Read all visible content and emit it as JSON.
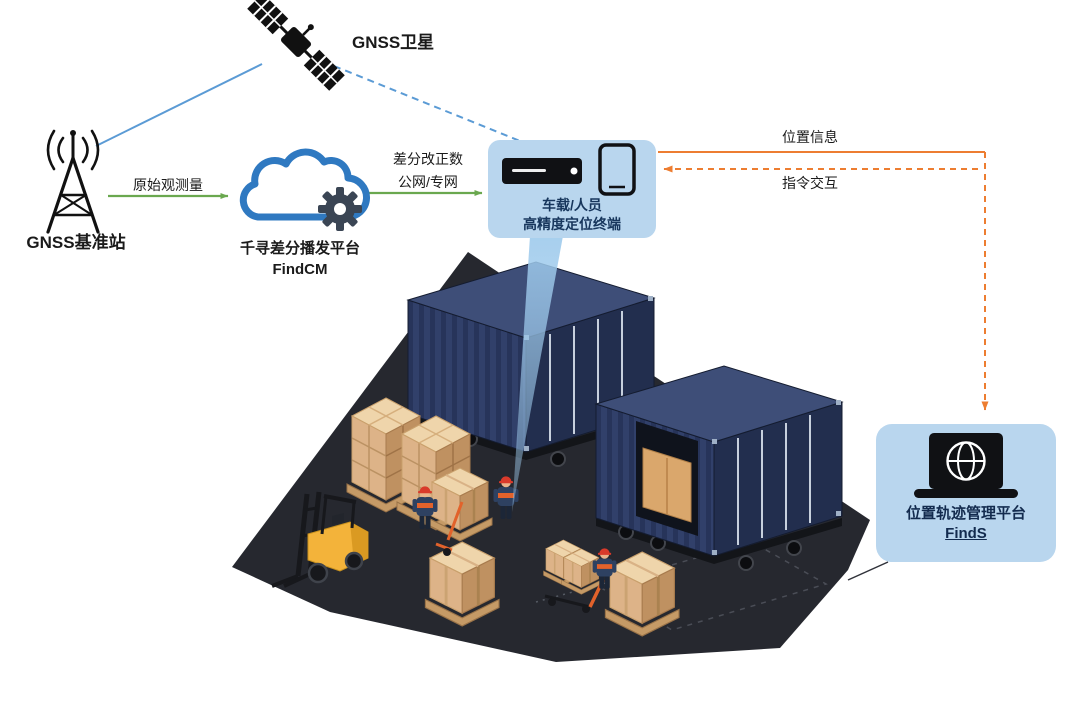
{
  "nodes": {
    "satellite": {
      "label": "GNSS卫星"
    },
    "base_station": {
      "label": "GNSS基准站"
    },
    "correction_platform": {
      "name": "千寻差分播发平台",
      "product": "FindCM"
    },
    "terminal": {
      "line1": "车载/人员",
      "line2": "高精度定位终端"
    },
    "management_platform": {
      "name": "位置轨迹管理平台",
      "product": "FindS"
    }
  },
  "links": {
    "raw_observation": {
      "label": "原始观测量"
    },
    "corrections": {
      "line1": "差分改正数",
      "line2": "公网/专网"
    },
    "position_info": {
      "label": "位置信息"
    },
    "command_exchange": {
      "label": "指令交互"
    }
  },
  "colors": {
    "arrow_green": "#6aa84f",
    "arrow_orange": "#ed7d31",
    "link_blue": "#5b9bd5",
    "panel_blue": "#b9d6ee",
    "text_navy": "#17365c",
    "container_navy": "#2e3c61",
    "ground_dark": "#26282f",
    "carton_tan": "#ddb388",
    "forklift_yellow": "#f3b33a",
    "cloud_blue": "#2f79c1"
  },
  "icons": [
    "satellite-icon",
    "radio-tower-icon",
    "cloud-icon",
    "gear-icon",
    "gnss-receiver-icon",
    "smartphone-icon",
    "laptop-globe-icon",
    "warehouse-illustration"
  ]
}
